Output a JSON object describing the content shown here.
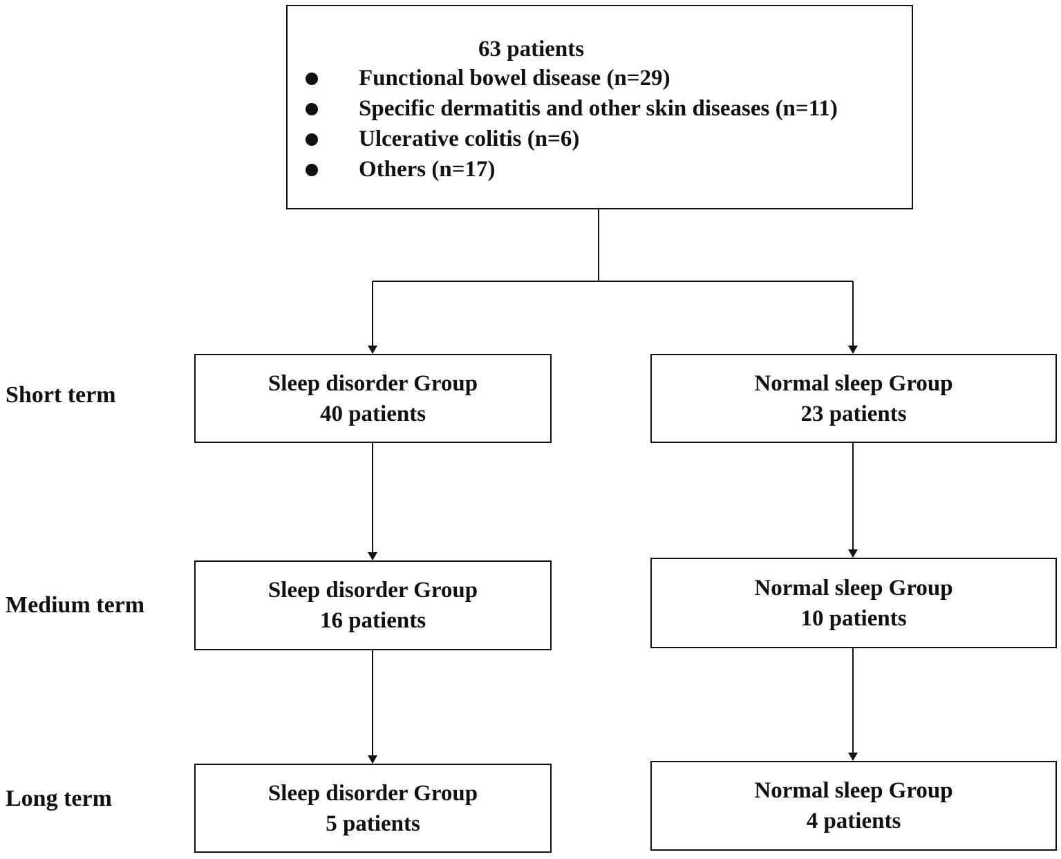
{
  "top": {
    "title": "63 patients",
    "items": [
      "Functional bowel disease (n=29)",
      "Specific dermatitis and other skin diseases (n=11)",
      "Ulcerative colitis (n=6)",
      "Others (n=17)"
    ]
  },
  "rows": [
    {
      "label": "Short term",
      "left": {
        "title": "Sleep disorder Group",
        "count": "40 patients"
      },
      "right": {
        "title": "Normal sleep Group",
        "count": "23 patients"
      }
    },
    {
      "label": "Medium term",
      "left": {
        "title": "Sleep disorder Group",
        "count": "16 patients"
      },
      "right": {
        "title": "Normal sleep Group",
        "count": "10 patients"
      }
    },
    {
      "label": "Long term",
      "left": {
        "title": "Sleep disorder Group",
        "count": "5 patients"
      },
      "right": {
        "title": "Normal sleep Group",
        "count": "4 patients"
      }
    }
  ],
  "colors": {
    "line": "#111111",
    "background": "#ffffff"
  }
}
